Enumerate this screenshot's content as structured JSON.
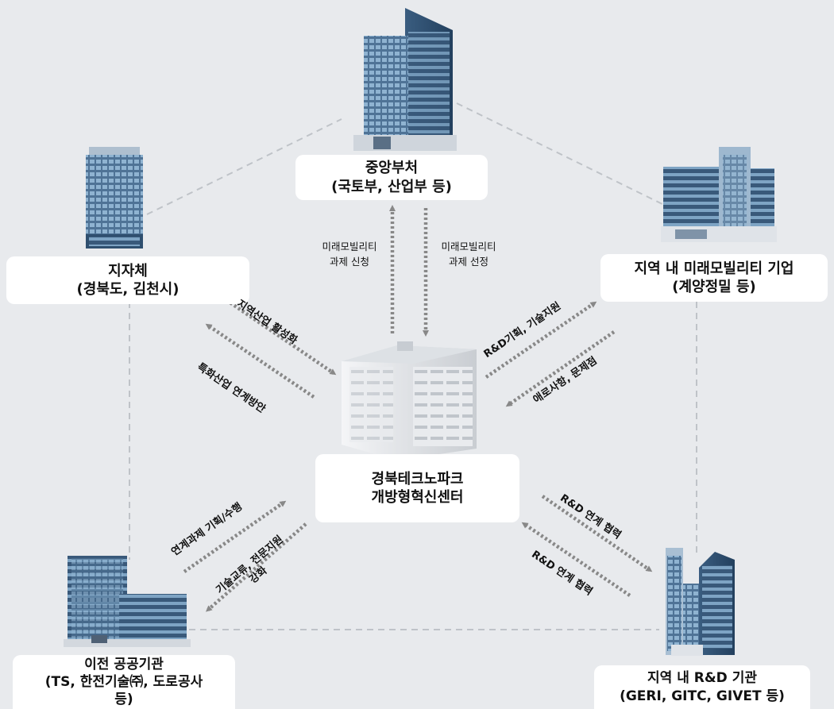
{
  "nodes": {
    "central_ministry": {
      "line1": "중앙부처",
      "line2": "(국토부, 산업부 등)"
    },
    "local_government": {
      "line1": "지자체",
      "line2": "(경북도, 김천시)"
    },
    "regional_companies": {
      "line1": "지역 내 미래모빌리티 기업",
      "line2": "(계양정밀 등)"
    },
    "technopark_center": {
      "line1": "경북테크노파크",
      "line2": "개방형혁신센터"
    },
    "public_institutions": {
      "line1": "이전 공공기관",
      "line2": "(TS, 한전기술㈜, 도로공사",
      "line3": "등)"
    },
    "regional_rnd": {
      "line1": "지역 내 R&D 기관",
      "line2": "(GERI, GITC, GIVET 등)"
    }
  },
  "edges": {
    "apply_line1": "미래모빌리티",
    "apply_line2": "과제 신청",
    "select_line1": "미래모빌리티",
    "select_line2": "과제 선정",
    "activation": "지역산업 활성화",
    "linkage_plan": "특화산업 연계방안",
    "rnd_planning": "R&D기획, 기술지원",
    "difficulties": "애로사항, 문제점",
    "joint_task": "연계과제 기획/수행",
    "tech_exchange_line1": "기술교류, 전문지원",
    "tech_exchange_line2": "강화",
    "rnd_coop_1": "R&D 연계 협력",
    "rnd_coop_2": "R&D 연계 협력"
  },
  "colors": {
    "background": "#e8eaed",
    "dashed_frame": "#bfc3c8",
    "arrow": "#888888",
    "building_blue": "#4a6e90",
    "building_dark": "#2d4a68",
    "building_light": "#8fb0cc"
  }
}
